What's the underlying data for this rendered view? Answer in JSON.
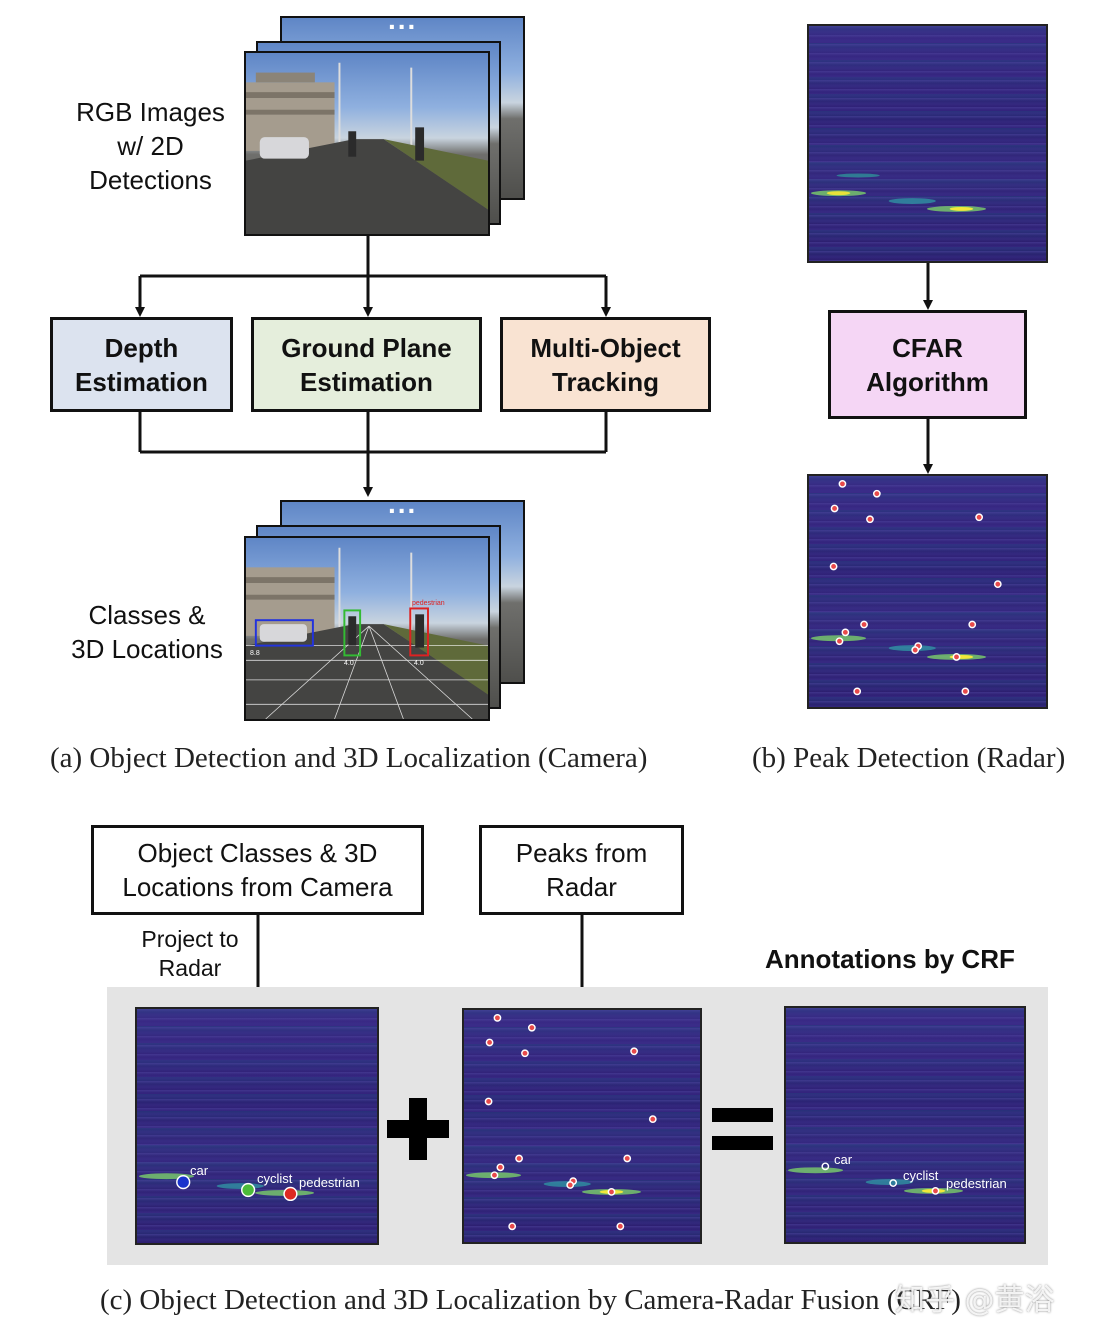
{
  "camera_panel": {
    "input_label_lines": [
      "RGB Images",
      "w/ 2D",
      "Detections"
    ],
    "stack_dots": "...",
    "boxes": [
      {
        "lines": [
          "Depth",
          "Estimation"
        ],
        "fill": "#dce3ef"
      },
      {
        "lines": [
          "Ground Plane",
          "Estimation"
        ],
        "fill": "#e5eedc"
      },
      {
        "lines": [
          "Multi-Object",
          "Tracking"
        ],
        "fill": "#f9e3d2"
      }
    ],
    "output_label_lines": [
      "Classes &",
      "3D Locations"
    ],
    "photo_detections": [
      {
        "label": "",
        "value": "8.8",
        "color": "#2233dd"
      },
      {
        "label": "",
        "value": "4.0",
        "color": "#33bb33"
      },
      {
        "label": "pedestrian",
        "value": "4.0",
        "color": "#dd2222"
      }
    ],
    "caption": "(a) Object Detection and 3D Localization (Camera)"
  },
  "radar_panel": {
    "box_lines": [
      "CFAR",
      "Algorithm"
    ],
    "box_fill": "#f5d6f5",
    "caption": "(b) Peak Detection (Radar)"
  },
  "fusion_panel": {
    "camera_box_lines": [
      "Object Classes & 3D",
      "Locations from Camera"
    ],
    "radar_box_lines": [
      "Peaks from",
      "Radar"
    ],
    "project_label_lines": [
      "Project to",
      "Radar"
    ],
    "annotations_title": "Annotations by CRF",
    "plus_symbol": "+",
    "equals_symbol": "=",
    "objects": [
      {
        "label": "car",
        "color": "#1a33cc"
      },
      {
        "label": "cyclist",
        "color": "#4cbb3a"
      },
      {
        "label": "pedestrian",
        "color": "#dd2a22"
      }
    ],
    "caption": "(c) Object Detection and 3D Localization by Camera-Radar Fusion (CRF)"
  },
  "watermark": "知乎 @黄浴",
  "colors": {
    "peak_marker": "#e84a4a",
    "radar_bg": "#2e2178",
    "panel_gray": "#e4e4e4"
  }
}
